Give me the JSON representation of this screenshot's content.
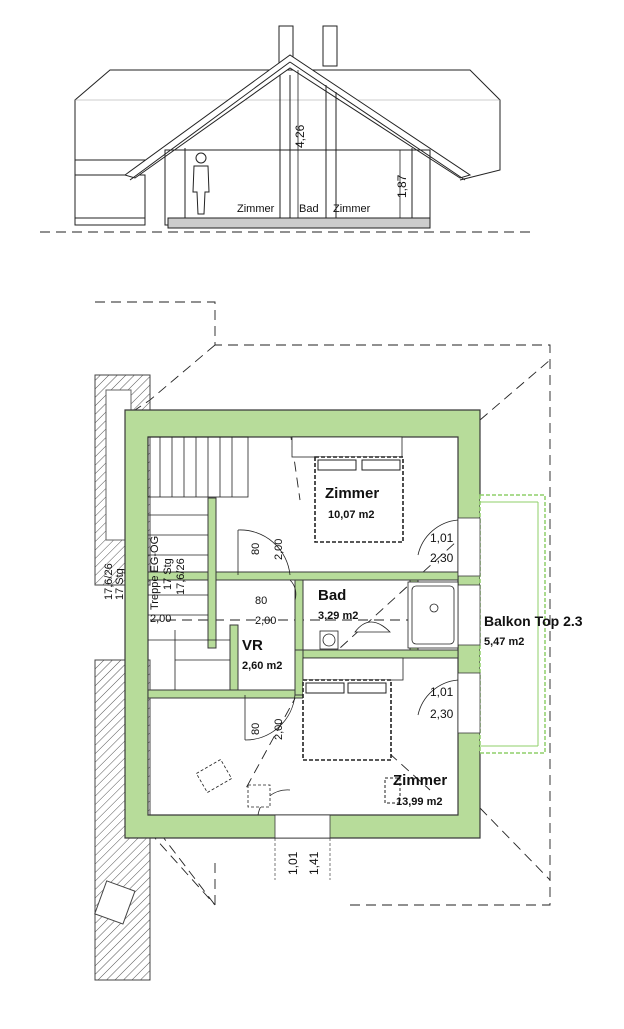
{
  "section": {
    "height_ridge": "4,26",
    "height_knee": "1,87",
    "rooms": [
      "Zimmer",
      "Bad",
      "Zimmer"
    ]
  },
  "plan": {
    "room_zimmer_top": {
      "name": "Zimmer",
      "area": "10,07 m2"
    },
    "room_bad": {
      "name": "Bad",
      "area": "3,29 m2"
    },
    "room_vr": {
      "name": "VR",
      "area": "2,60 m2"
    },
    "room_zimmer_bottom": {
      "name": "Zimmer",
      "area": "13,99 m2"
    },
    "balcony": {
      "name": "Balkon Top 2.3",
      "area": "5,47 m2"
    },
    "stair": {
      "line1": "Treppe EG-OG",
      "line2": "17 Stg",
      "line3": "17,6/26"
    },
    "stair_left": {
      "line1": "17 Stg",
      "line2": "17,6/26"
    },
    "dims": {
      "door_top_w": "80",
      "door_top_h": "2,00",
      "door_bad_w": "80",
      "door_bad_h": "2,00",
      "door_vr_h": "2,00",
      "door_bottom_w": "80",
      "door_bottom_h": "2,00",
      "win_top_w": "1,01",
      "win_top_h": "2,30",
      "win_bottom_w": "1,01",
      "win_bottom_h": "2,30",
      "win_low_w": "1,01",
      "win_low_h": "1,41"
    }
  },
  "colors": {
    "wall_fill": "#b7dc9a",
    "wall_stroke": "#3a3a3a",
    "balcony": "#8fcf6a"
  }
}
